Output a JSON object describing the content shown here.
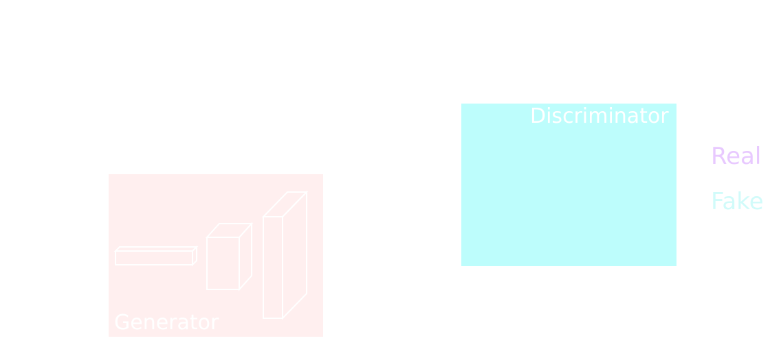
{
  "generator": {
    "label": "Generator",
    "fill": "#ffefef"
  },
  "discriminator": {
    "label": "Discriminator",
    "fill": "#bdfdfc"
  },
  "outputs": [
    {
      "label": "Real",
      "color": "#e8c9ff"
    },
    {
      "label": "Fake",
      "color": "#d1fbfa"
    }
  ],
  "style": {
    "label_color": "#ffffff",
    "art_stroke": "#ffffff"
  }
}
